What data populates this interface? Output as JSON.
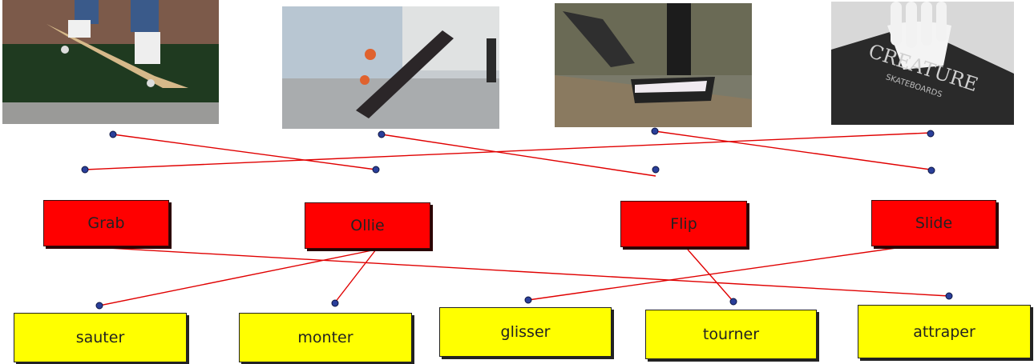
{
  "photos": [
    {
      "name": "ollie-photo",
      "icon": "skateboard-ollie-photo"
    },
    {
      "name": "flip-photo",
      "icon": "skateboard-flip-photo"
    },
    {
      "name": "slide-photo",
      "icon": "skateboard-slide-photo"
    },
    {
      "name": "grab-photo",
      "icon": "skateboard-grab-photo"
    }
  ],
  "photo4_brand": "CREATURE",
  "photo4_sub": "SKATEBOARDS",
  "english_terms": [
    "Grab",
    "Ollie",
    "Flip",
    "Slide"
  ],
  "french_terms": [
    "sauter",
    "monter",
    "glisser",
    "tourner",
    "attraper"
  ],
  "colors": {
    "english_box": "#ff0000",
    "french_box": "#ffff00",
    "link_line": "#e00000",
    "dot": "#2a3f9a"
  }
}
